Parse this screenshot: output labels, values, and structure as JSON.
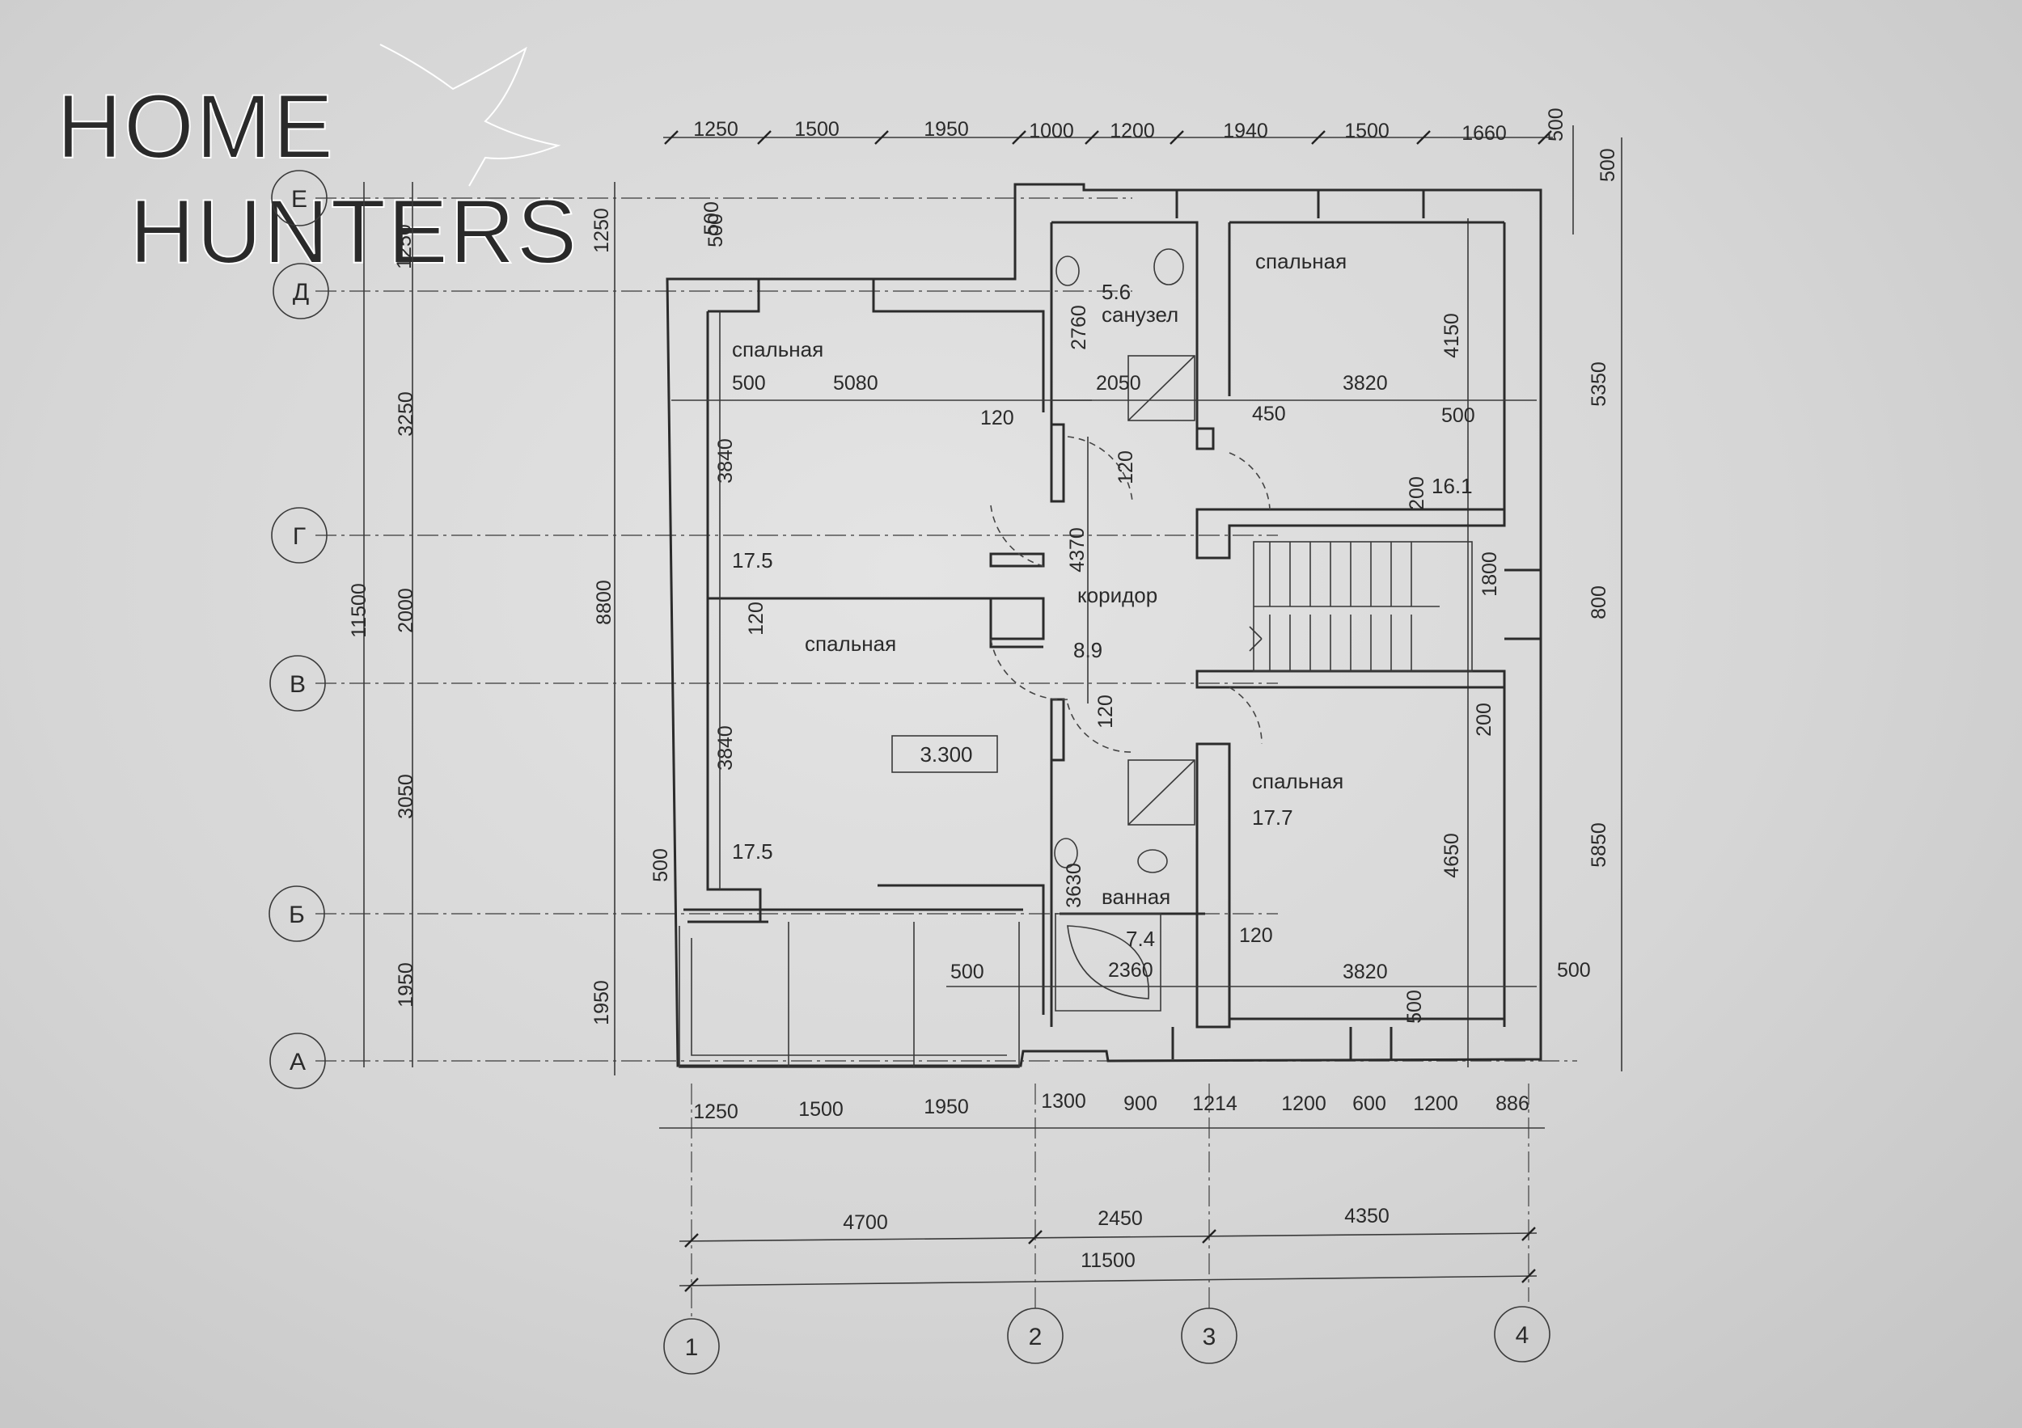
{
  "watermark": {
    "line1": "HOME",
    "line2": "HUNTERS"
  },
  "axes_letters": [
    "Е",
    "Д",
    "Г",
    "В",
    "Б",
    "А"
  ],
  "axes_numbers": [
    "1",
    "2",
    "3",
    "4"
  ],
  "top_dims": [
    "1250",
    "1500",
    "1950",
    "1000",
    "1200",
    "1940",
    "1500",
    "1660"
  ],
  "top_right_dims": [
    "500",
    "500"
  ],
  "bottom_row1": [
    "1250",
    "1500",
    "1950",
    "1300",
    "900",
    "1214",
    "1200",
    "600",
    "1200",
    "886"
  ],
  "bottom_row2": [
    "4700",
    "2450",
    "4350"
  ],
  "bottom_total": "11500",
  "left_outer": [
    "1250",
    "3250",
    "2000",
    "3050",
    "1950"
  ],
  "left_total": "11500",
  "left_inner": [
    "1250",
    "8800",
    "1950"
  ],
  "right_outer": [
    "5350",
    "800",
    "5850"
  ],
  "right_inner": [
    "4150",
    "1800",
    "200",
    "200",
    "4650"
  ],
  "rooms": {
    "bedroom_nw": {
      "name": "спальная",
      "area": "17.5"
    },
    "bedroom_w2": {
      "name": "спальная",
      "area": "17.5"
    },
    "bedroom_ne": {
      "name": "спальная",
      "area": "16.1"
    },
    "bedroom_se": {
      "name": "спальная",
      "area": "17.7"
    },
    "wc": {
      "name": "санузел",
      "area": "5.6"
    },
    "corridor": {
      "name": "коридор",
      "area": "8.9"
    },
    "bath": {
      "name": "ванная",
      "area": "7.4"
    }
  },
  "level_mark": "3.300",
  "inner_dims": {
    "d500a": "500",
    "d5080": "5080",
    "d3840a": "3840",
    "d3840b": "3840",
    "d120a": "120",
    "d120b": "120",
    "d120c": "120",
    "d120d": "120",
    "d120e": "120",
    "d2760": "2760",
    "d2050": "2050",
    "d450": "450",
    "d3820a": "3820",
    "d500b": "500",
    "d4370": "4370",
    "d500c": "500",
    "d500d": "500",
    "d500e": "500",
    "d3630": "3630",
    "d2360": "2360",
    "d3820b": "3820",
    "d500f": "500",
    "d500g": "500",
    "d500h": "500"
  }
}
